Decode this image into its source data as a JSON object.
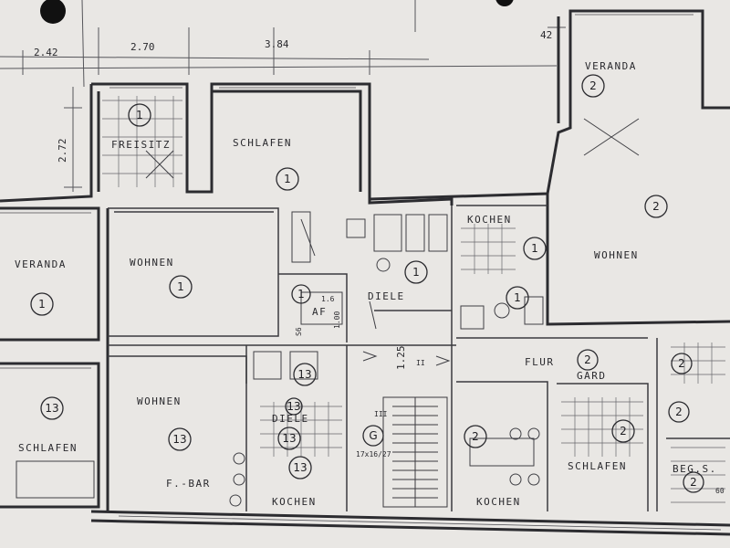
{
  "dimensions": [
    "2.42",
    "2.70",
    "3.84",
    "42",
    "2.72",
    "1.25"
  ],
  "rooms": [
    "FREISITZ",
    "SCHLAFEN",
    "VERANDA",
    "WOHNEN",
    "DIELE",
    "KOCHEN",
    "VERANDA",
    "WOHNEN",
    "FLUR",
    "GARD",
    "SCHLAFEN",
    "WOHNEN",
    "DIELE",
    "KOCHEN",
    "KOCHEN",
    "SCHLAFEN",
    "F.-BAR",
    "BEG.S.",
    "AF"
  ],
  "units": [
    "1",
    "1",
    "1",
    "1",
    "1",
    "1",
    "1",
    "1",
    "2",
    "2",
    "2",
    "2",
    "2",
    "2",
    "2",
    "2",
    "13",
    "13",
    "13",
    "13",
    "13",
    "13",
    "G"
  ],
  "small_labels": [
    "S6",
    "1.00",
    "1.6",
    "17x16/27",
    "II",
    "III",
    "60"
  ],
  "colors": {
    "paper": "#e9e7e4",
    "ink": "#2c2c30",
    "punch_hole": "#111111"
  }
}
